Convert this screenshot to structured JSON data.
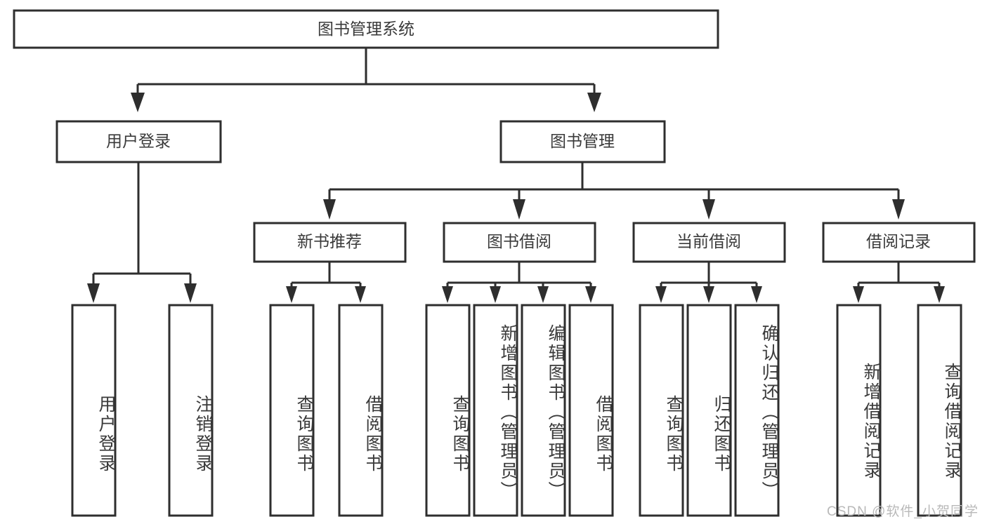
{
  "diagram": {
    "type": "tree",
    "title": "图书管理系统",
    "watermark": "CSDN @软件_小贺同学",
    "colors": {
      "stroke": "#2e2e2e",
      "fill": "#ffffff",
      "text": "#3a3a3a",
      "watermark": "#b9b9b9"
    },
    "root": {
      "label": "图书管理系统"
    },
    "level2": [
      {
        "label": "用户登录"
      },
      {
        "label": "图书管理"
      }
    ],
    "level3": [
      {
        "label": "新书推荐"
      },
      {
        "label": "图书借阅"
      },
      {
        "label": "当前借阅"
      },
      {
        "label": "借阅记录"
      }
    ],
    "leaves": {
      "user_login": [
        {
          "label": "用户登录"
        },
        {
          "label": "注销登录"
        }
      ],
      "new_book": [
        {
          "label": "查询图书"
        },
        {
          "label": "借阅图书"
        }
      ],
      "book_borrow": [
        {
          "label": "查询图书"
        },
        {
          "label": "新增图书（管理员）"
        },
        {
          "label": "编辑图书（管理员）"
        },
        {
          "label": "借阅图书"
        }
      ],
      "current_borrow": [
        {
          "label": "查询图书"
        },
        {
          "label": "归还图书"
        },
        {
          "label": "确认归还（管理员）"
        }
      ],
      "borrow_record": [
        {
          "label": "新增借阅记录"
        },
        {
          "label": "查询借阅记录"
        }
      ]
    }
  }
}
